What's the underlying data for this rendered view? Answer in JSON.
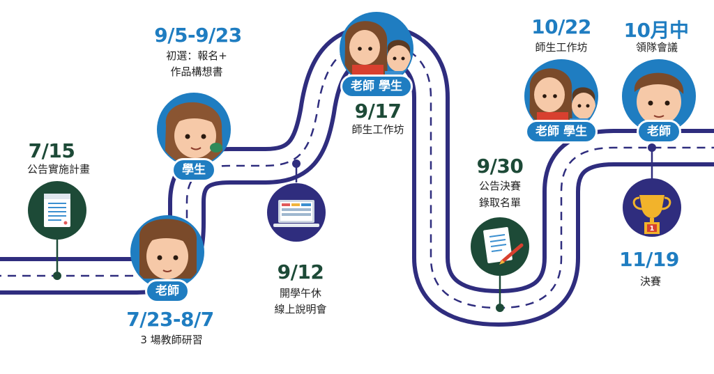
{
  "colors": {
    "road": "#2f2d7e",
    "date_green": "#1d4a37",
    "date_blue": "#1f7dc1",
    "marker_green": "#1d4a37",
    "marker_navy": "#2f2d7e",
    "avatar_blue": "#1f7dc1"
  },
  "events": [
    {
      "date": "7/15",
      "desc_lines": [
        "公告實施計畫"
      ],
      "icon": "document-icon"
    },
    {
      "date": "7/23-8/7",
      "desc_lines": [
        "3 場教師研習"
      ],
      "role": "老師",
      "avatar": "teacher-girl-avatar"
    },
    {
      "date": "9/5-9/23",
      "desc_lines": [
        "初選：報名+",
        "作品構想書"
      ],
      "role": "學生",
      "avatar": "student-girl-avatar"
    },
    {
      "date": "9/12",
      "desc_lines": [
        "開學午休",
        "線上說明會"
      ],
      "icon": "laptop-icon"
    },
    {
      "date": "9/17",
      "desc_lines": [
        "師生工作坊"
      ],
      "role": "老師 學生",
      "avatar": "teacher-student-avatar"
    },
    {
      "date": "9/30",
      "desc_lines": [
        "公告決賽",
        "錄取名單"
      ],
      "icon": "document-pen-icon"
    },
    {
      "date": "10/22",
      "desc_lines": [
        "師生工作坊"
      ],
      "role": "老師 學生",
      "avatar": "teacher-student-avatar"
    },
    {
      "date": "10月中",
      "desc_lines": [
        "領隊會議"
      ],
      "role": "老師",
      "avatar": "teacher-boy-avatar"
    },
    {
      "date": "11/19",
      "desc_lines": [
        "決賽"
      ],
      "icon": "trophy-icon"
    }
  ]
}
